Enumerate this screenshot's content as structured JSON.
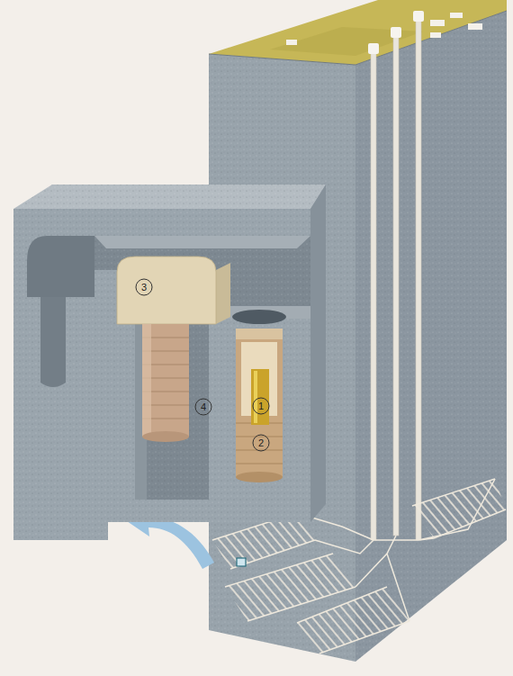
{
  "diagram": {
    "labels": [
      "3",
      "4",
      "1",
      "2"
    ]
  }
}
